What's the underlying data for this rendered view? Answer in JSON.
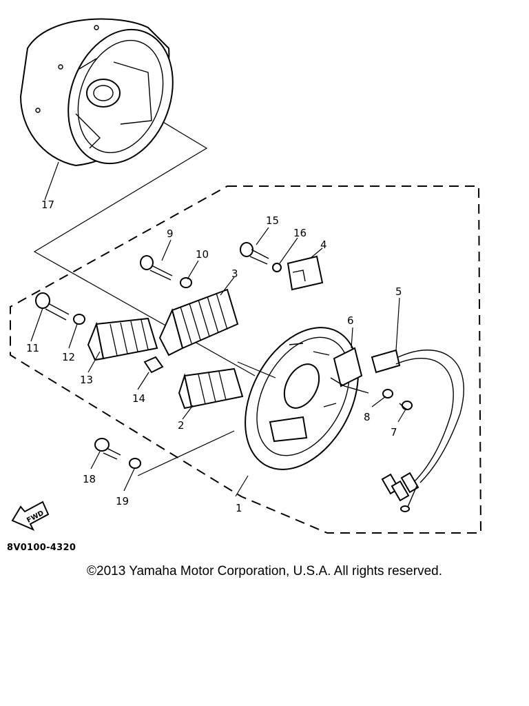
{
  "drawing_code": "8V0100-4320",
  "copyright": "©2013 Yamaha Motor Corporation, U.S.A. All rights reserved.",
  "fwd_label": "FWD",
  "callouts": {
    "p1": "1",
    "p2": "2",
    "p3": "3",
    "p4": "4",
    "p5": "5",
    "p6": "6",
    "p7": "7",
    "p8": "8",
    "p9": "9",
    "p10": "10",
    "p11": "11",
    "p12": "12",
    "p13": "13",
    "p14": "14",
    "p15": "15",
    "p16": "16",
    "p17": "17",
    "p18": "18",
    "p19": "19"
  }
}
